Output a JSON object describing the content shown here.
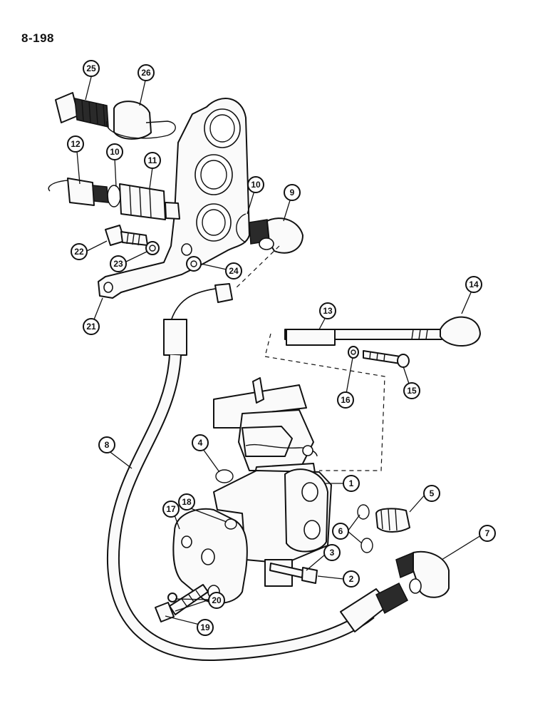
{
  "page_code": "8-198",
  "callouts": [
    {
      "label": "1"
    },
    {
      "label": "2"
    },
    {
      "label": "3"
    },
    {
      "label": "4"
    },
    {
      "label": "5"
    },
    {
      "label": "6"
    },
    {
      "label": "7"
    },
    {
      "label": "8"
    },
    {
      "label": "9"
    },
    {
      "label": "10"
    },
    {
      "label": "10"
    },
    {
      "label": "11"
    },
    {
      "label": "12"
    },
    {
      "label": "13"
    },
    {
      "label": "14"
    },
    {
      "label": "15"
    },
    {
      "label": "16"
    },
    {
      "label": "17"
    },
    {
      "label": "18"
    },
    {
      "label": "19"
    },
    {
      "label": "20"
    },
    {
      "label": "21"
    },
    {
      "label": "22"
    },
    {
      "label": "23"
    },
    {
      "label": "24"
    },
    {
      "label": "25"
    },
    {
      "label": "26"
    }
  ]
}
